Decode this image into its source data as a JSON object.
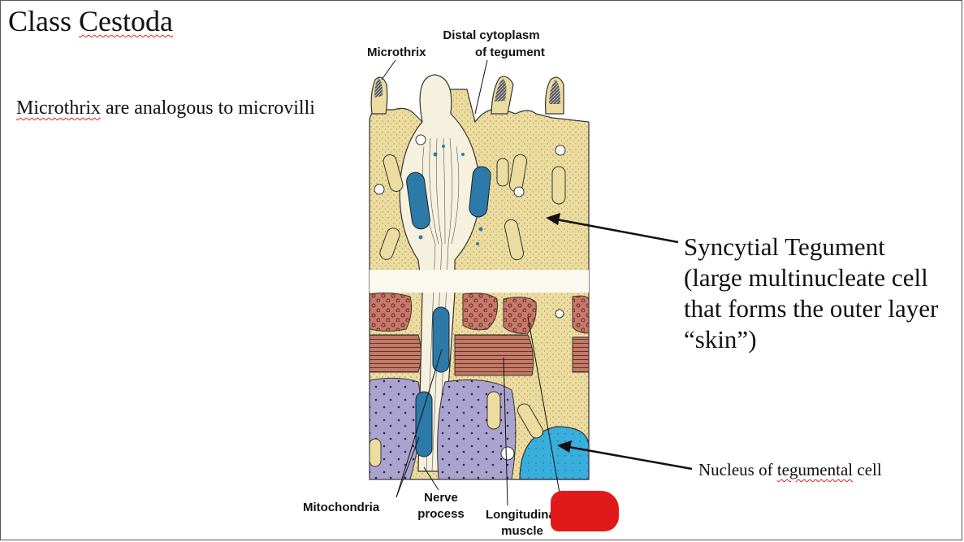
{
  "slide": {
    "title_word1": "Class",
    "title_word2": "Cestoda",
    "note_word": "Microthrix",
    "note_rest": " are analogous to microvilli",
    "syncytial_lines": [
      "Syncytial Tegument",
      "(large multinucleate cell",
      "that forms the outer layer",
      "“skin”)"
    ],
    "nucleus_pre": "Nucleus of ",
    "nucleus_word": "tegumental",
    "nucleus_post": " cell"
  },
  "figure": {
    "labels": {
      "distal_1": "Distal cytoplasm",
      "distal_2": "of tegument",
      "microthrix": "Microthrix",
      "mitochondria": "Mitochondria",
      "nerve_1": "Nerve",
      "nerve_2": "process",
      "longitudinal_1": "Longitudinal",
      "longitudinal_2": "muscle"
    },
    "colors": {
      "cytoplasm": "#ecdc9f",
      "muscle_red": "#c9786a",
      "muscle_purple": "#aba3cf",
      "nucleus": "#39aedd",
      "mitochondria": "#2d7aa8",
      "redaction": "#e01a1a"
    }
  }
}
